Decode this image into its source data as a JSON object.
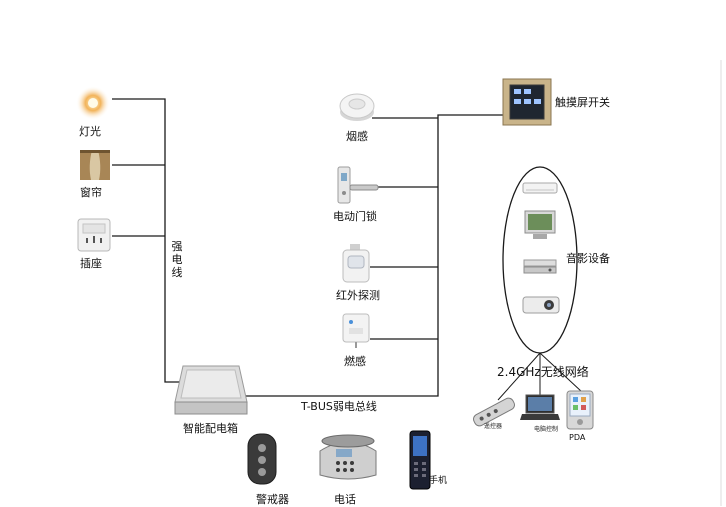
{
  "strong_power": {
    "devices": [
      {
        "key": "light",
        "label": "灯光",
        "icon": "light-bulb-icon"
      },
      {
        "key": "curtain",
        "label": "窗帘",
        "icon": "curtain-icon"
      },
      {
        "key": "socket",
        "label": "插座",
        "icon": "power-socket-icon"
      }
    ],
    "bus_label": "强电线"
  },
  "distribution_box": {
    "label": "智能配电箱",
    "icon": "distribution-box-icon"
  },
  "weak_bus": {
    "label": "T-BUS弱电总线"
  },
  "sensors": [
    {
      "key": "smoke",
      "label": "烟感",
      "icon": "smoke-detector-icon"
    },
    {
      "key": "lock",
      "label": "电动门锁",
      "icon": "door-lock-icon"
    },
    {
      "key": "ir",
      "label": "红外探测",
      "icon": "infrared-sensor-icon"
    },
    {
      "key": "gas",
      "label": "燃感",
      "icon": "gas-detector-icon"
    }
  ],
  "touch_switch": {
    "label": "触摸屏开关",
    "icon": "touch-panel-icon"
  },
  "av": {
    "label": "音影设备"
  },
  "wireless": {
    "label": "2.4GHz无线网络",
    "devices": [
      {
        "key": "remote",
        "label": "遥控器",
        "icon": "remote-control-icon"
      },
      {
        "key": "laptop",
        "label": "电脑控制",
        "icon": "laptop-icon"
      },
      {
        "key": "pda",
        "label": "PDA",
        "icon": "pda-icon"
      }
    ]
  },
  "bottom_devices": [
    {
      "key": "alarm",
      "label": "警戒器",
      "icon": "alarm-remote-icon"
    },
    {
      "key": "phone",
      "label": "电话",
      "icon": "telephone-icon"
    },
    {
      "key": "mobile",
      "label": "手机",
      "icon": "mobile-phone-icon"
    }
  ]
}
